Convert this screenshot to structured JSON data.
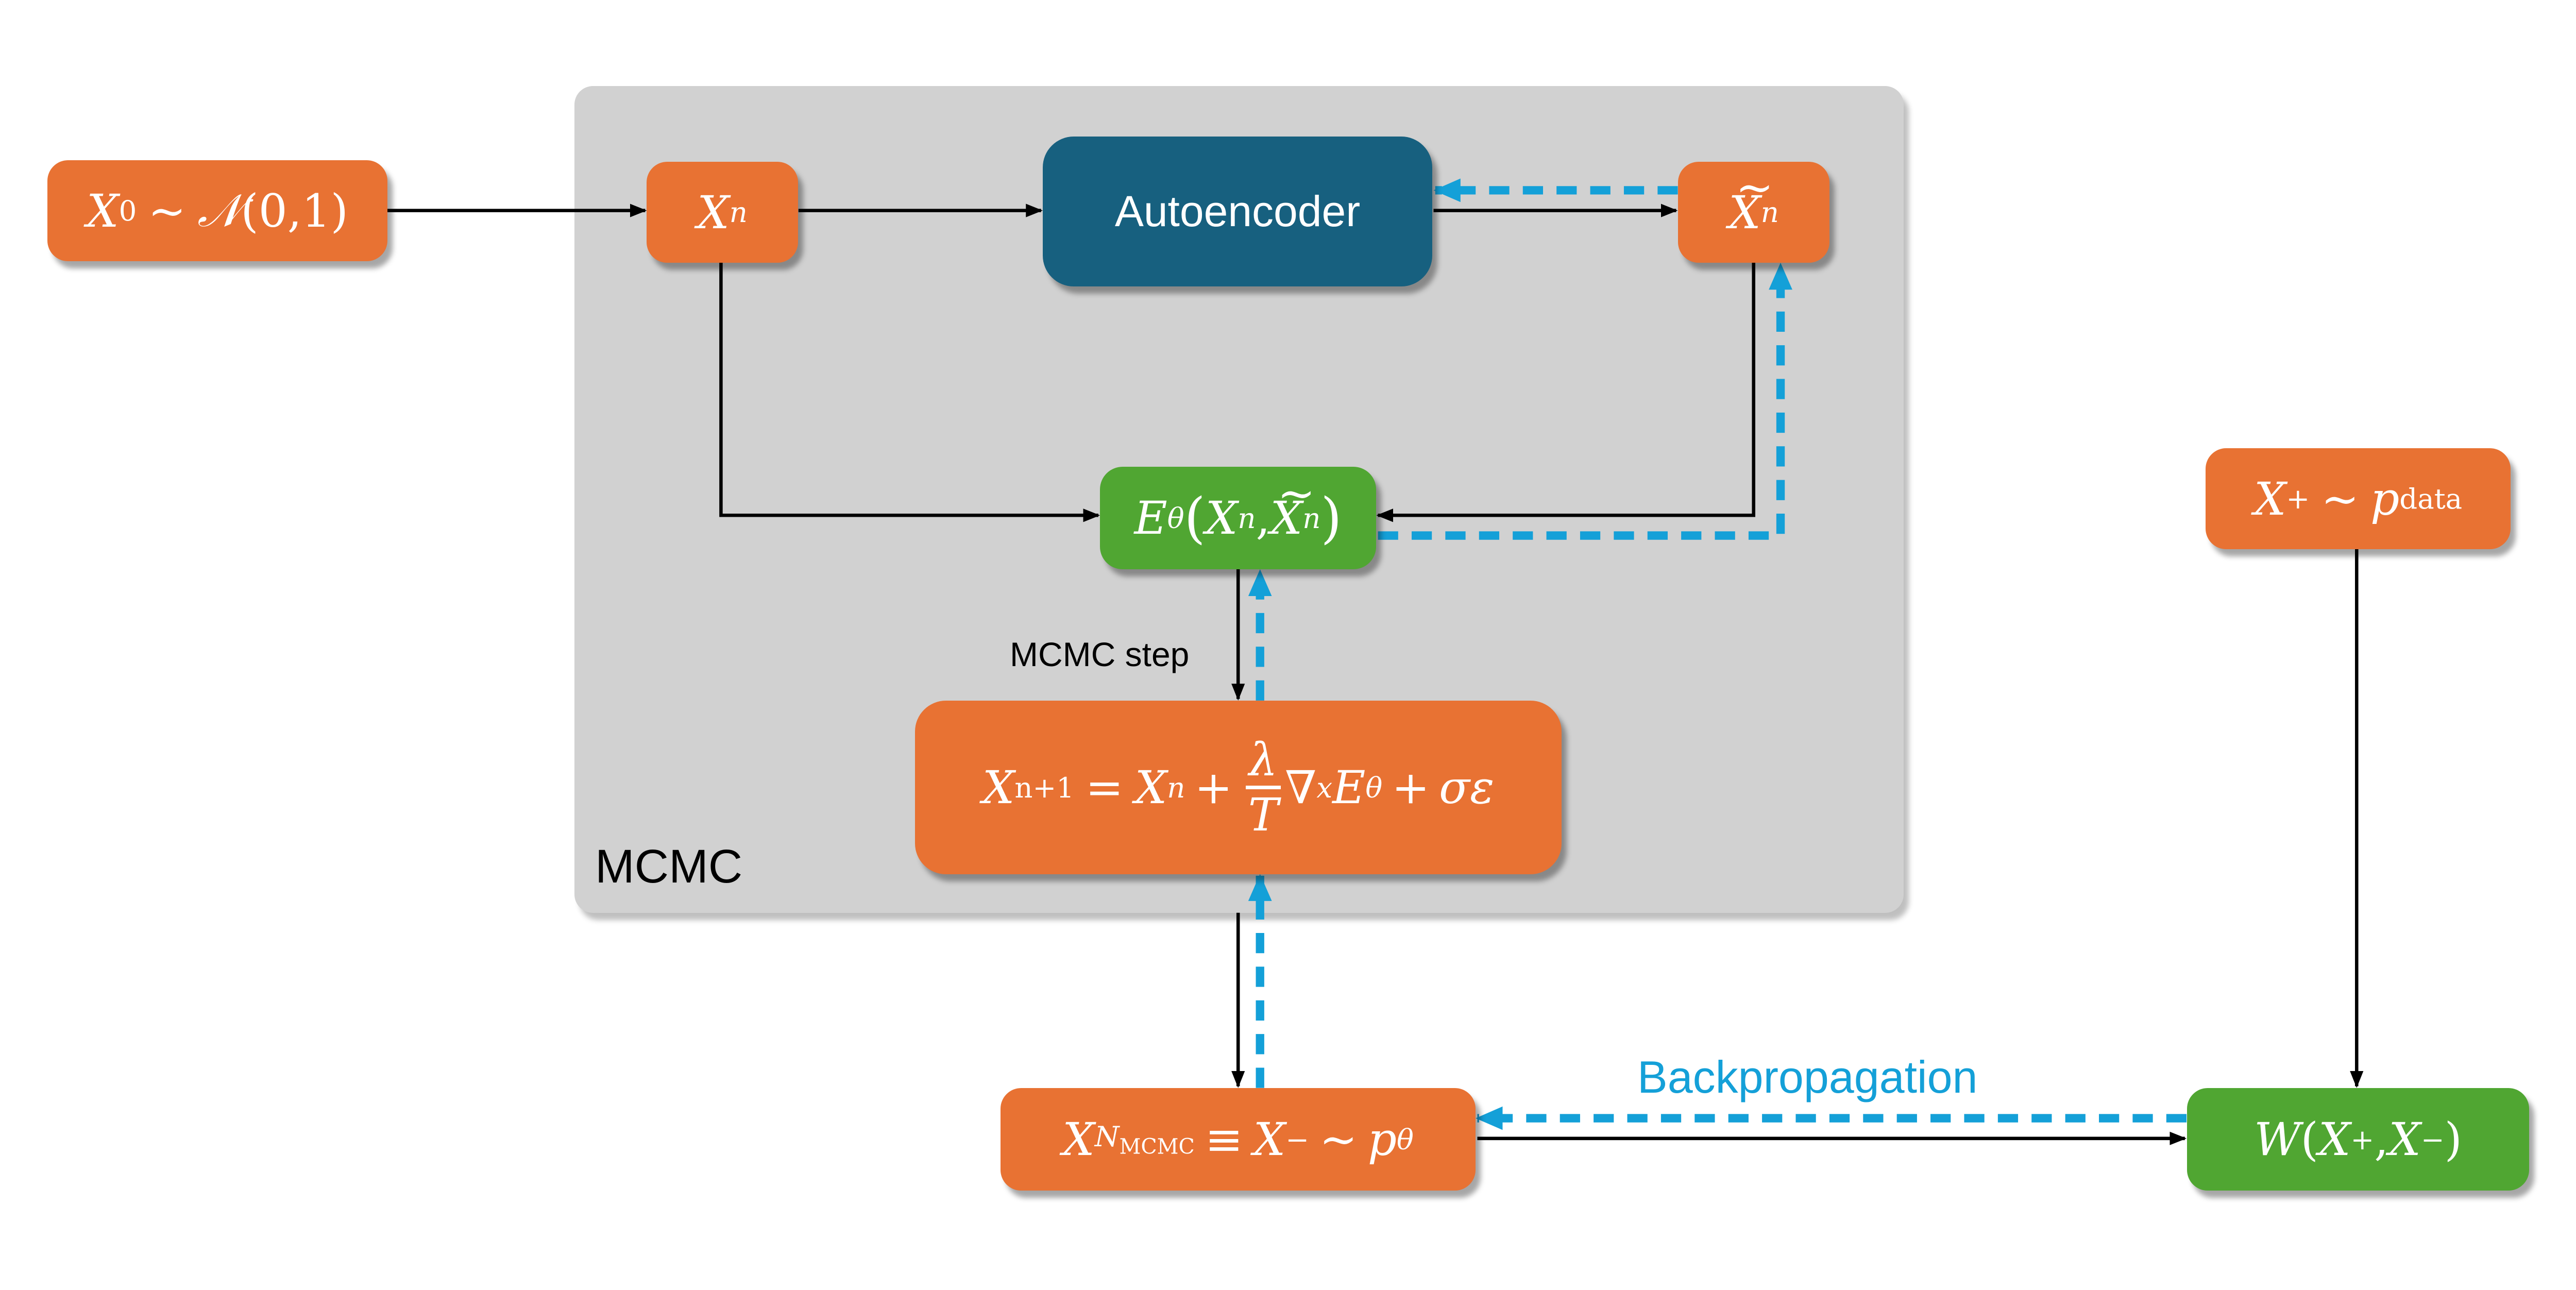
{
  "diagram": {
    "title": "MCMC sampling with autoencoder-based energy and Wasserstein backpropagation",
    "colors": {
      "sample_node": "#E87233",
      "function_node": "#50A632",
      "autoencoder_node": "#17607F",
      "container": "#D1D1D1",
      "forward_arrow": "#000000",
      "backprop_arrow": "#14A0D8"
    },
    "container": {
      "label": "MCMC"
    },
    "nodes": {
      "x0": {
        "var": "X",
        "sub": "0",
        "rel": "~",
        "dist": "𝒩",
        "args": "(0,1)"
      },
      "xn": {
        "var": "X",
        "sub": "n"
      },
      "autoencoder": {
        "label": "Autoencoder"
      },
      "xtilde": {
        "var": "X",
        "tilde": "~",
        "sub": "n"
      },
      "energy": {
        "func": "E",
        "func_sub": "θ",
        "open": "(",
        "a": "X",
        "a_sub": "n",
        "comma": ",",
        "b": "X",
        "b_tilde": "~",
        "b_sub": "n",
        "close": ")"
      },
      "update": {
        "lhs": "X",
        "lhs_sub": "n+1",
        "eq": "=",
        "x": "X",
        "x_sub": "n",
        "plus1": "+",
        "frac_num": "λ",
        "frac_den": "T",
        "nabla": "∇",
        "nabla_sub": "x",
        "E": "E",
        "E_sub": "θ",
        "plus2": "+",
        "noise": "σε"
      },
      "xfinal": {
        "var": "X",
        "sub": "N",
        "subsub": "MCMC",
        "equiv": "≡",
        "neg": "X",
        "neg_sub": "−",
        "rel": "~",
        "p": "p",
        "p_sub": "θ"
      },
      "xplus": {
        "var": "X",
        "sub": "+",
        "rel": "~",
        "p": "p",
        "p_sub": "data"
      },
      "wdist": {
        "func": "W",
        "open": "(",
        "a": "X",
        "a_sub": "+",
        "comma": ",",
        "b": "X",
        "b_sub": "−",
        "close": ")"
      }
    },
    "edge_labels": {
      "mcmc_step": "MCMC step",
      "backprop": "Backpropagation"
    },
    "edges": [
      {
        "from": "x0",
        "to": "xn",
        "style": "solid"
      },
      {
        "from": "xn",
        "to": "autoencoder",
        "style": "solid"
      },
      {
        "from": "autoencoder",
        "to": "xtilde",
        "style": "solid"
      },
      {
        "from": "xtilde",
        "to": "autoencoder",
        "style": "dashed-backprop"
      },
      {
        "from": "xn",
        "to": "energy",
        "style": "solid"
      },
      {
        "from": "xtilde",
        "to": "energy",
        "style": "solid"
      },
      {
        "from": "energy",
        "to": "xtilde",
        "style": "dashed-backprop"
      },
      {
        "from": "energy",
        "to": "update",
        "style": "solid",
        "label": "MCMC step"
      },
      {
        "from": "update",
        "to": "energy",
        "style": "dashed-backprop"
      },
      {
        "from": "update",
        "to": "xfinal",
        "style": "solid"
      },
      {
        "from": "xfinal",
        "to": "update",
        "style": "dashed-backprop"
      },
      {
        "from": "xfinal",
        "to": "wdist",
        "style": "solid"
      },
      {
        "from": "wdist",
        "to": "xfinal",
        "style": "dashed-backprop",
        "label": "Backpropagation"
      },
      {
        "from": "xplus",
        "to": "wdist",
        "style": "solid"
      }
    ]
  }
}
